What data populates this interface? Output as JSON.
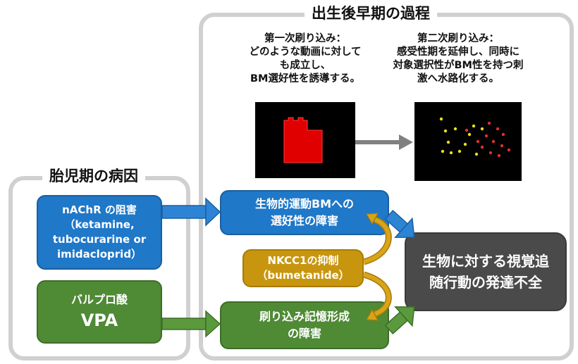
{
  "panels": {
    "postnatal_title": "出生後早期の過程",
    "fetal_title": "胎児期の病因"
  },
  "imprinting": {
    "first_caption": "第一次刷り込み：\nどのような動画に対して\nも成立し、\nBM選好性を誘導する。",
    "second_caption": "第二次刷り込み：\n感受性期を延伸し、同時に\n対象選択性がBM性を持つ刺\n激へ水路化する。"
  },
  "boxes": {
    "nachr": "nAChR の阻害\n（ketamine,\ntubocurarine or\nimidacloprid）",
    "vpa_line1": "バルプロ酸",
    "vpa_line2": "VPA",
    "bm_impairment": "生物的運動BMへの\n選好性の障害",
    "nkcc1": "NKCC1の抑制\n（bumetanide）",
    "memory_impairment": "刷り込み記憶形成\nの障害",
    "outcome": "生物に対する視覚追\n随行動の発達不全"
  },
  "colors": {
    "blue": "#1f78c8",
    "green": "#4f8a35",
    "gold": "#c8960e",
    "gray": "#4a4a4a",
    "panel_border": "#d0d0d0",
    "red_object": "#e00000"
  }
}
